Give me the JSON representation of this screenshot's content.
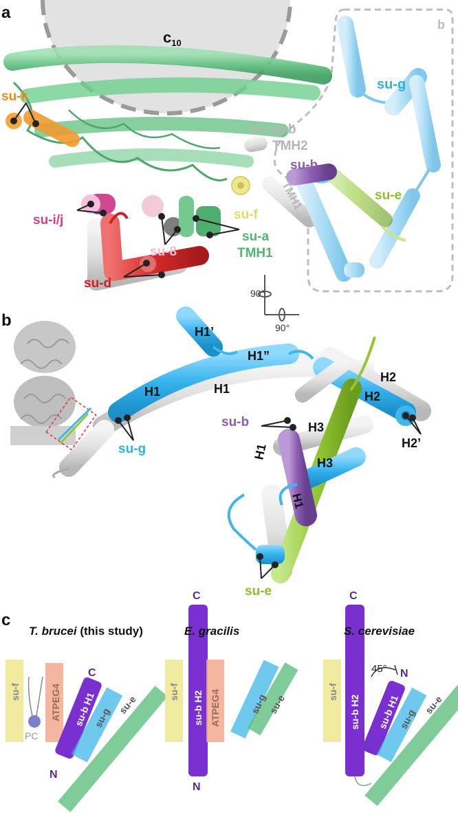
{
  "panel_a": {
    "letter": "a",
    "ring_label": "c",
    "ring_sub": "10",
    "inset_ref": "b",
    "labels": {
      "su_k": "su-k",
      "su_g": "su-g",
      "sc_prefix": "Sc",
      "sc_sub_b": " su-b",
      "tmh2": "TMH2",
      "su_b": "su-b",
      "su_e": "su-e",
      "tmh1_rot": "TMH1",
      "su_f": "su-f",
      "su_ij": "su-i/j",
      "su_8": "su-8",
      "su_a": "su-a",
      "su_a_tmh1": "TMH1",
      "su_d": "su-d",
      "rot_top": "90°",
      "rot_bot": "90°"
    }
  },
  "panel_b": {
    "letter": "b",
    "labels": {
      "h1p": "H1’",
      "h1pp": "H1”",
      "h1_blue": "H1",
      "h1_grey": "H1",
      "h2_blue": "H2",
      "h2_grey": "H2",
      "h3_blue": "H3",
      "h3_grey": "H3",
      "h2p": "H2’",
      "su_b": "su-b",
      "su_g": "su-g",
      "su_e": "su-e",
      "h1_left": "H1",
      "h1_purple": "H1"
    }
  },
  "panel_c": {
    "letter": "c",
    "col1": {
      "title_it": "T. brucei",
      "title_rest": " (this study)",
      "su_f": "su-f",
      "pc": "PC",
      "atpeg4": "ATPEG4",
      "su_b_h1": "su-b H1",
      "su_g": "su-g",
      "su_e": "su-e",
      "c": "C",
      "n": "N"
    },
    "col2": {
      "title": "E. gracilis",
      "su_f": "su-f",
      "su_b_h2": "su-b H2",
      "atpeg4": "ATPEG4",
      "su_g": "su-g",
      "su_e": "su-e",
      "c": "C",
      "n": "N"
    },
    "col3": {
      "title": "S. cerevisiae",
      "su_f": "su-f",
      "su_b_h2": "su-b H2",
      "su_b_h1": "su-b H1",
      "su_g": "su-g",
      "su_e": "su-e",
      "c": "C",
      "n": "N",
      "angle": "45°"
    }
  },
  "colors": {
    "green": "#5fbf7f",
    "sky": "#3fb7ea",
    "sky_light": "#a9dcf4",
    "purple": "#8a5cb0",
    "violet": "#7a2fd0",
    "red": "#d42a2a",
    "orange": "#f09a30",
    "pink": "#d0488f",
    "lime": "#93c832",
    "yellow": "#eee88e",
    "salmon": "#f3a98f",
    "grey": "#d8d8d8",
    "dark": "#222222"
  }
}
